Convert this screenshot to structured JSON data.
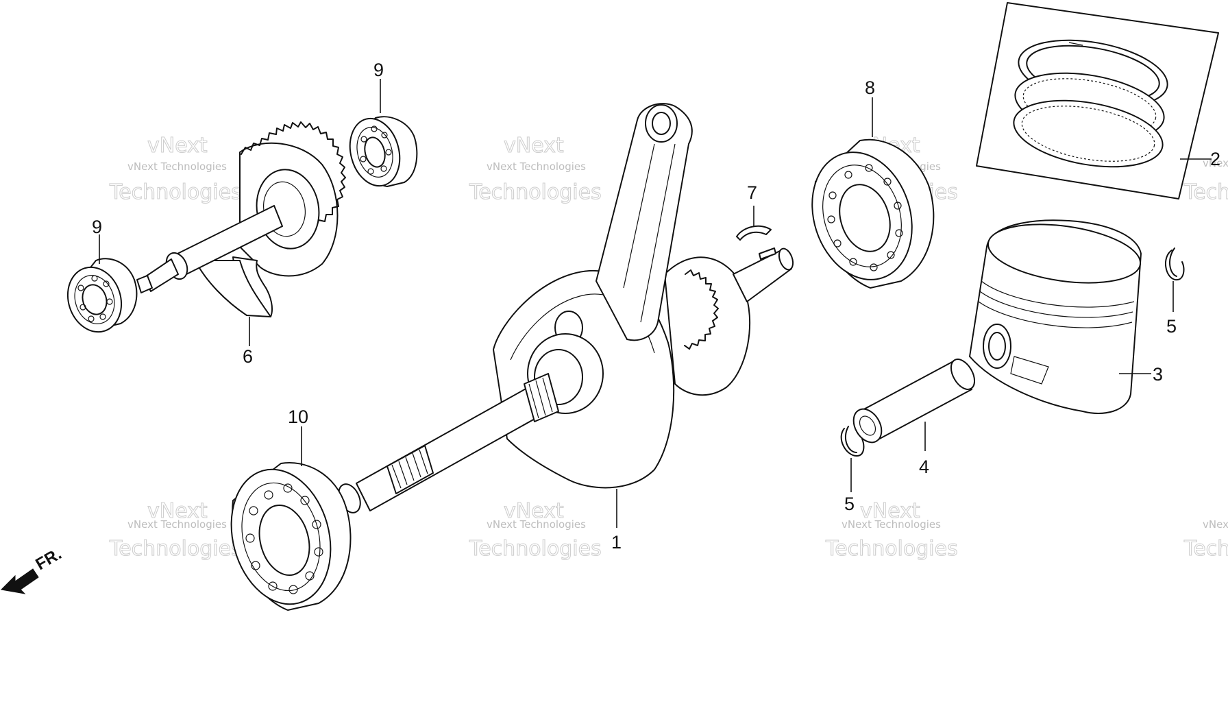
{
  "callouts": [
    {
      "id": "1",
      "label": "1"
    },
    {
      "id": "2",
      "label": "2"
    },
    {
      "id": "3",
      "label": "3"
    },
    {
      "id": "4",
      "label": "4"
    },
    {
      "id": "5a",
      "label": "5"
    },
    {
      "id": "5b",
      "label": "5"
    },
    {
      "id": "6",
      "label": "6"
    },
    {
      "id": "7",
      "label": "7"
    },
    {
      "id": "8",
      "label": "8"
    },
    {
      "id": "9a",
      "label": "9"
    },
    {
      "id": "9b",
      "label": "9"
    },
    {
      "id": "10",
      "label": "10"
    }
  ],
  "direction_marker": {
    "label": "FR.",
    "icon": "front-arrow-icon"
  },
  "watermark": {
    "line1": "vNext Technologies",
    "line2a": "vNext",
    "line2b": "Technologies"
  }
}
